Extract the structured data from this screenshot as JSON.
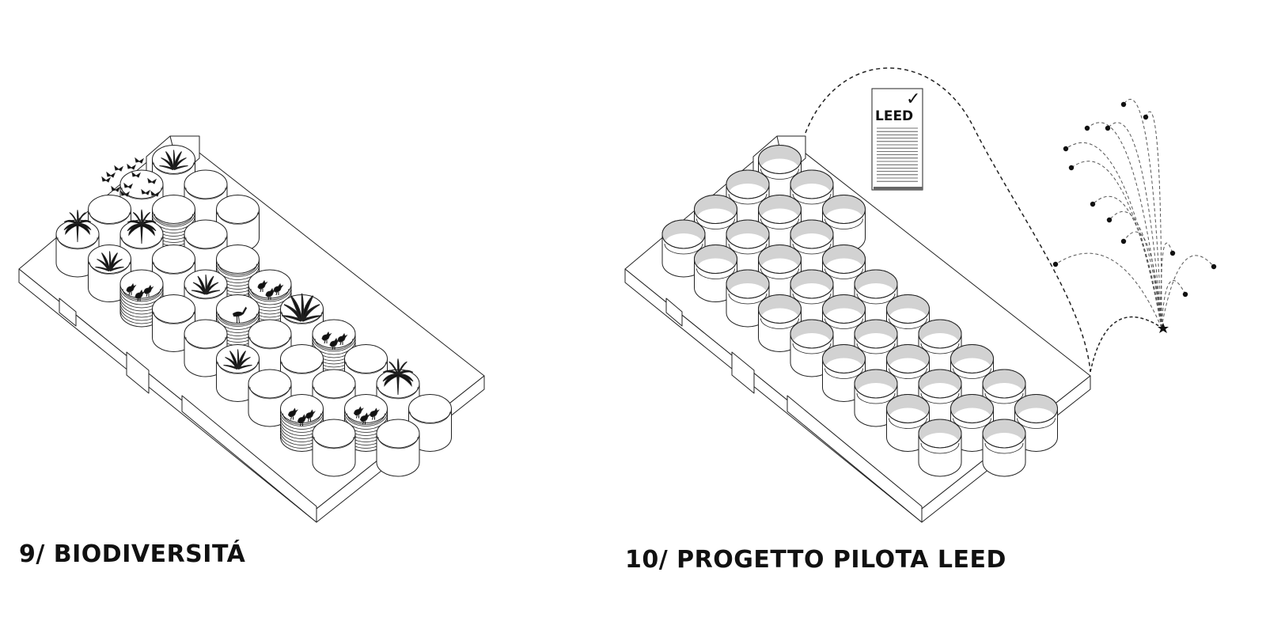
{
  "panels": [
    {
      "caption": "9/ BIODIVERSITÁ"
    },
    {
      "caption": "10/ PROGETTO PILOTA LEED"
    }
  ],
  "leed_document": {
    "label": "LEED",
    "mark": "✓"
  },
  "colors": {
    "line": "#222222",
    "fill": "#ffffff",
    "pot_interior": "#d2d2d2",
    "text": "#111111"
  },
  "icons": [
    "palm-plant-icon",
    "bird-icon",
    "butterfly-icon",
    "star-icon",
    "checkmark-icon"
  ]
}
